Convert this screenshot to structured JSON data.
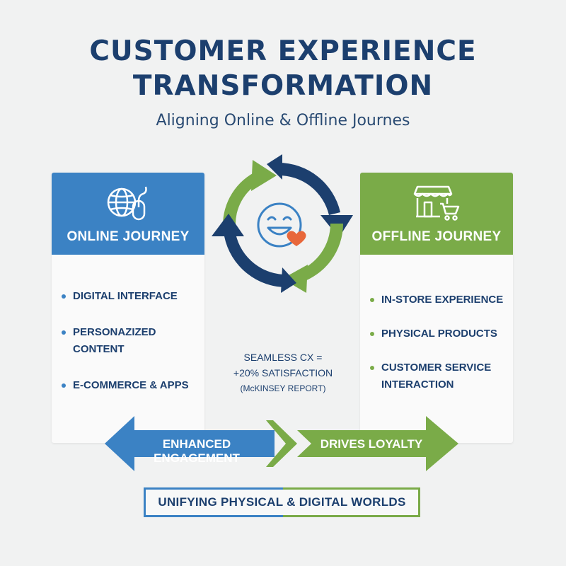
{
  "header": {
    "title_line1": "CUSTOMER EXPERIENCE",
    "title_line2": "TRANSFORMATION",
    "subtitle": "Aligning Online & Offline Journes"
  },
  "online": {
    "title": "ONLINE JOURNEY",
    "icon": "globe-mouse-icon",
    "items": [
      "DIGITAL INTERFACE",
      "PERSONAZIZED CONTENT",
      "E-COMMERCE & APPS"
    ]
  },
  "offline": {
    "title": "OFFLINE JOURNEY",
    "icon": "storefront-cart-icon",
    "items": [
      "IN-STORE EXPERIENCE",
      "PHYSICAL PRODUCTS",
      "CUSTOMER SERVICE INTERACTION"
    ]
  },
  "center": {
    "icon": "smiley-heart-icon",
    "stat_line1": "SEAMLESS CX =",
    "stat_line2": "+20% SATISFACTION",
    "stat_source": "(McKINSEY REPORT)"
  },
  "arrows": {
    "left_label": "ENHANCED ENGAGEMENT",
    "right_label": "DRIVES LOYALTY"
  },
  "banner": {
    "text": "UNIFYING PHYSICAL & DIGITAL WORLDS"
  },
  "colors": {
    "navy": "#1c3f6e",
    "blue": "#3b82c4",
    "green": "#7aab48",
    "heart": "#e8673a",
    "background": "#f1f2f2"
  }
}
